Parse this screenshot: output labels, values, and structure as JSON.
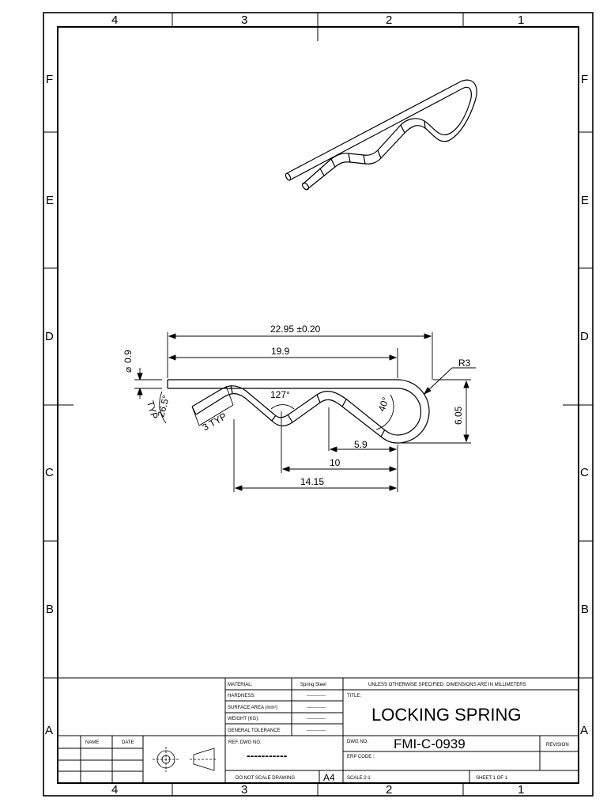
{
  "zones": {
    "columns": [
      "4",
      "3",
      "2",
      "1"
    ],
    "rows": [
      "F",
      "E",
      "D",
      "C",
      "B",
      "A"
    ]
  },
  "dimensions": {
    "overall_length": "22.95 ±0.20",
    "straight_leg": "19.9",
    "wire_dia": "0.9",
    "diameter_symbol": "⌀",
    "radius": "R3",
    "angle_apex": "127°",
    "angle_tip": "26.5°",
    "typ_1": "TYP",
    "tip_length": "3 TYP",
    "angle_bend": "40°",
    "height": "6.05",
    "dim_5_9": "5.9",
    "dim_10": "10",
    "dim_14_15": "14.15"
  },
  "title_block": {
    "material_label": "MATERIAL:",
    "material_value": "Spring Steel",
    "hardness_label": "HARDNESS:",
    "hardness_value": "------------",
    "surface_label": "SURFACE AREA (mm²)",
    "surface_value": "------------",
    "weight_label": "WEIGHT (KG):",
    "weight_value": "------------",
    "tolerance_label": "GENERAL TOLERANCE",
    "tolerance_value": "------------",
    "units_note": "UNLESS OTHERWISE SPECIFIED: DIMENSIONS ARE IN MILLIMETERS",
    "title_label": "TITLE:",
    "title": "LOCKING SPRING",
    "ref_dwg_label": "REF. DWG NO.",
    "ref_dwg_value": "-----------",
    "dwg_no_label": "DWG NO.",
    "dwg_no": "FMI-C-0939",
    "revision_label": "REVISION",
    "erp_label": "ERP CODE :",
    "name_label": "NAME",
    "date_label": "DATE",
    "no_scale": "DO NOT SCALE DRAWING",
    "paper_size": "A4",
    "scale": "SCALE:2:1",
    "sheet": "SHEET 1 OF 1"
  }
}
